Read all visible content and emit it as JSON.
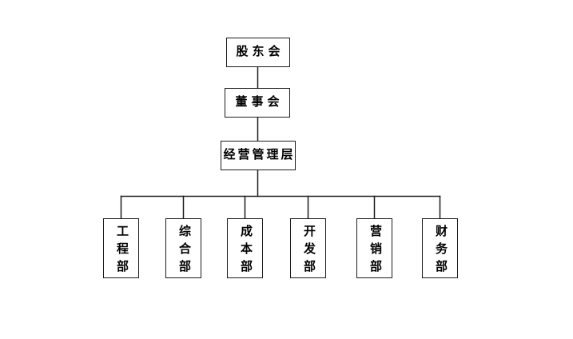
{
  "diagram": {
    "type": "org-chart",
    "background": "#ffffff"
  },
  "org": {
    "levels": [
      {
        "id": "shareholders",
        "label": "股东会"
      },
      {
        "id": "board",
        "label": "董事会"
      },
      {
        "id": "management",
        "label": "经营管理层"
      }
    ],
    "departments": [
      {
        "label": "工程部"
      },
      {
        "label": "综合部"
      },
      {
        "label": "成本部"
      },
      {
        "label": "开发部"
      },
      {
        "label": "营销部"
      },
      {
        "label": "财务部"
      }
    ]
  },
  "colors": {
    "line": "#1c1c1c",
    "box_border": "#1c1c1c",
    "text": "#000000",
    "background": "#ffffff"
  }
}
